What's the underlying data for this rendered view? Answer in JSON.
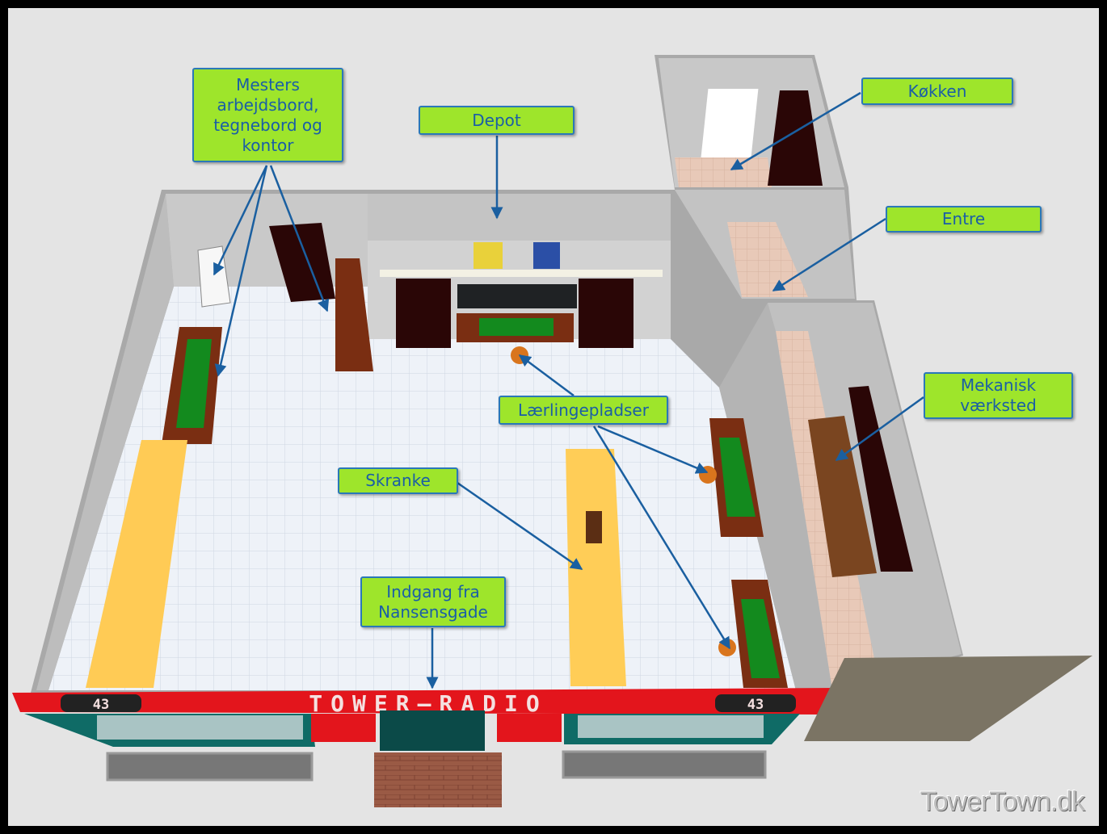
{
  "labels": {
    "mesters": "Mesters\narbejdsbord,\ntegnebord og\nkontor",
    "depot": "Depot",
    "kokken": "Køkken",
    "entre": "Entre",
    "mekanisk": "Mekanisk\nværksted",
    "laerlinge": "Lærlingepladser",
    "skranke": "Skranke",
    "indgang": "Indgang fra\nNansensgade"
  },
  "storefront": {
    "sign_text": "TOWER—RADIO",
    "house_number_left": "43",
    "house_number_right": "43"
  },
  "watermark": "TowerTown.dk",
  "colors": {
    "label_bg": "#9ee52b",
    "label_border": "#2a78b8",
    "arrow": "#1a5fa0",
    "sign_red": "#e3151c"
  }
}
